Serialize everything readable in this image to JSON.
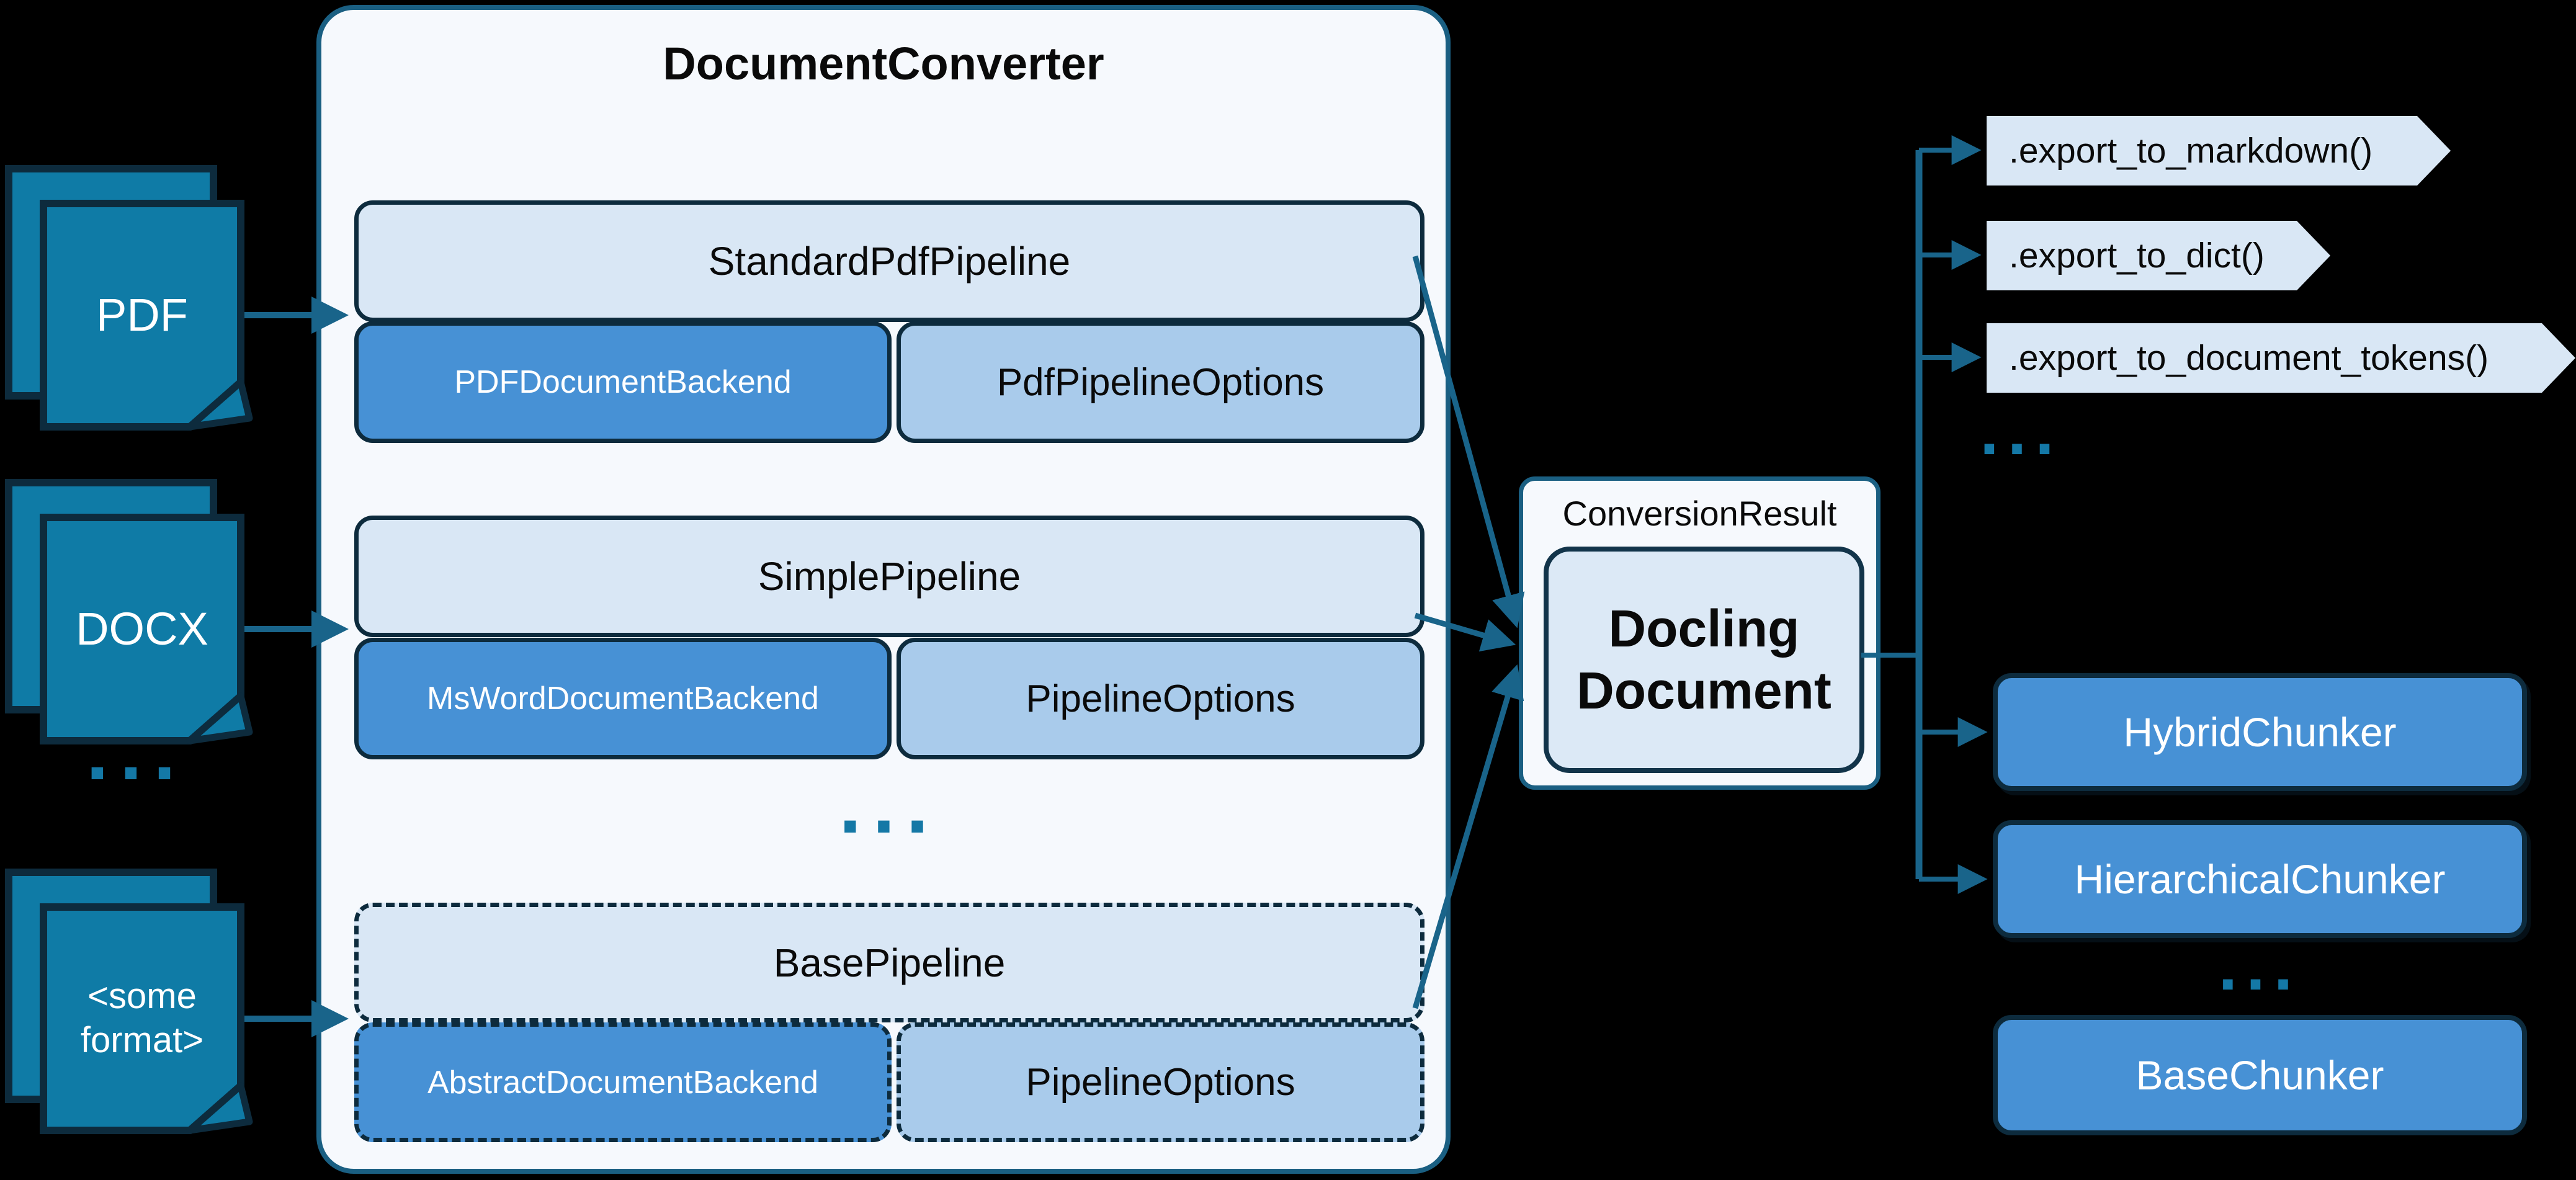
{
  "diagram": {
    "title": "DocumentConverter",
    "inputs": [
      {
        "label": "PDF"
      },
      {
        "label": "DOCX"
      },
      {
        "label": "<some format>"
      }
    ],
    "inputs_ellipsis": "...",
    "pipelines": [
      {
        "name": "StandardPdfPipeline",
        "backend": "PDFDocumentBackend",
        "options": "PdfPipelineOptions"
      },
      {
        "name": "SimplePipeline",
        "backend": "MsWordDocumentBackend",
        "options": "PipelineOptions"
      },
      {
        "name": "BasePipeline",
        "backend": "AbstractDocumentBackend",
        "options": "PipelineOptions"
      }
    ],
    "pipelines_ellipsis": "...",
    "result": {
      "label": "ConversionResult",
      "document": "Docling Document"
    },
    "exports": [
      {
        "label": ".export_to_markdown()"
      },
      {
        "label": ".export_to_dict()"
      },
      {
        "label": ".export_to_document_tokens()"
      }
    ],
    "exports_ellipsis": "...",
    "chunkers": [
      {
        "label": "HybridChunker"
      },
      {
        "label": "HierarchicalChunker"
      }
    ],
    "chunkers_ellipsis": "...",
    "base_chunker": {
      "label": "BaseChunker"
    },
    "colors": {
      "bg": "#000000",
      "teal": "#19648A",
      "doc": "#0F7BA6",
      "navy": "#0D2B3D",
      "container-bg": "#F6F9FD",
      "container-border": "#1A5F82",
      "box-light": "#D9E7F5",
      "box-medium": "#A9CBEB",
      "box-blue": "#4791D5",
      "ellipsis": "#1478A6",
      "text-dark": "#0A0A0A",
      "text-light": "#FFFFFF"
    }
  }
}
